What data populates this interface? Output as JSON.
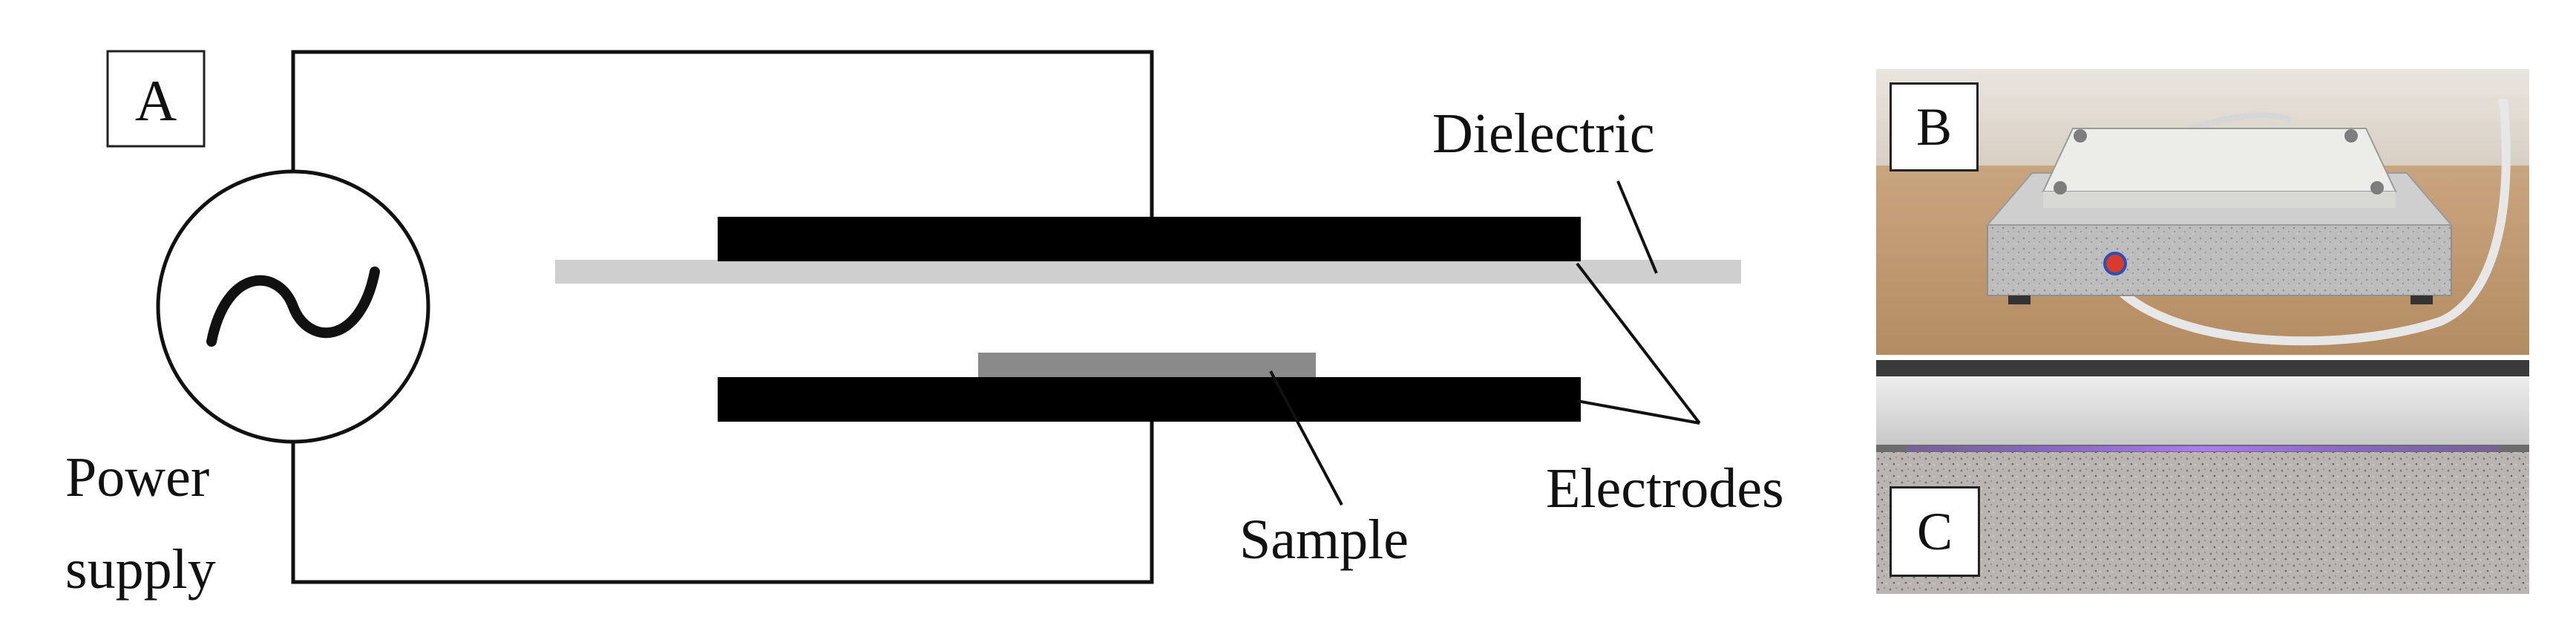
{
  "panels": {
    "a": "A",
    "b": "B",
    "c": "C"
  },
  "labels": {
    "dielectric": "Dielectric",
    "electrodes": "Electrodes",
    "sample": "Sample",
    "power_supply_line1": "Power",
    "power_supply_line2": "supply",
    "ac_symbol": "~"
  },
  "colors": {
    "wire": "#111111",
    "electrode": "#000000",
    "dielectric": "#cfcfcf",
    "sample": "#8a8a8a",
    "plasma_glow": "#8a4cff"
  }
}
